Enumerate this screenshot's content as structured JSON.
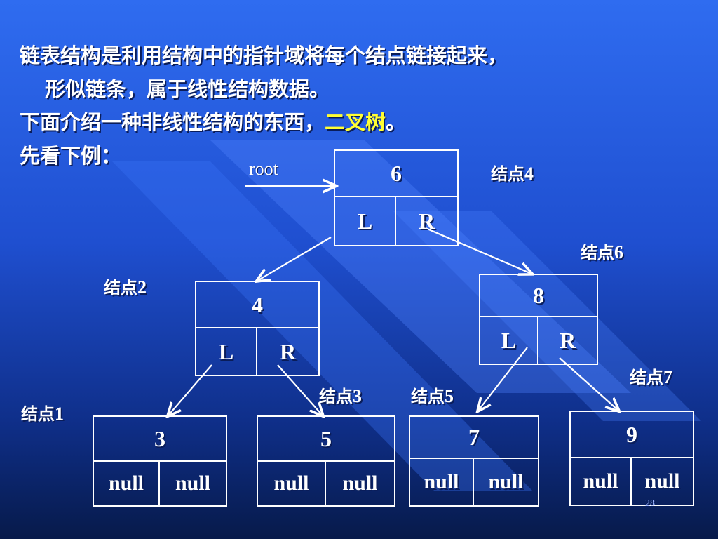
{
  "intro": {
    "line1": "链表结构是利用结构中的指针域将每个结点链接起来，",
    "line2": "形似链条，属于线性结构数据。",
    "line3_before": "下面介绍一种非线性结构的东西，",
    "line3_highlight": "二叉树",
    "line3_after": "。",
    "line4": "先看下例："
  },
  "root_label": "root",
  "nodes": {
    "n6": {
      "value": "6",
      "left": "L",
      "right": "R",
      "caption": "结点",
      "caption_num": "4"
    },
    "n4": {
      "value": "4",
      "left": "L",
      "right": "R",
      "caption": "结点",
      "caption_num": "2"
    },
    "n8": {
      "value": "8",
      "left": "L",
      "right": "R",
      "caption": "结点",
      "caption_num": "6"
    },
    "n3": {
      "value": "3",
      "left": "null",
      "right": "null",
      "caption": "结点",
      "caption_num": "1"
    },
    "n5": {
      "value": "5",
      "left": "null",
      "right": "null",
      "caption": "结点",
      "caption_num": "3"
    },
    "n7": {
      "value": "7",
      "left": "null",
      "right": "null",
      "caption": "结点",
      "caption_num": "5"
    },
    "n9": {
      "value": "9",
      "left": "null",
      "right": "null",
      "caption": "结点",
      "caption_num": "7"
    }
  },
  "page_number": "28",
  "colors": {
    "highlight": "#ffff33",
    "line": "#ffffff"
  }
}
